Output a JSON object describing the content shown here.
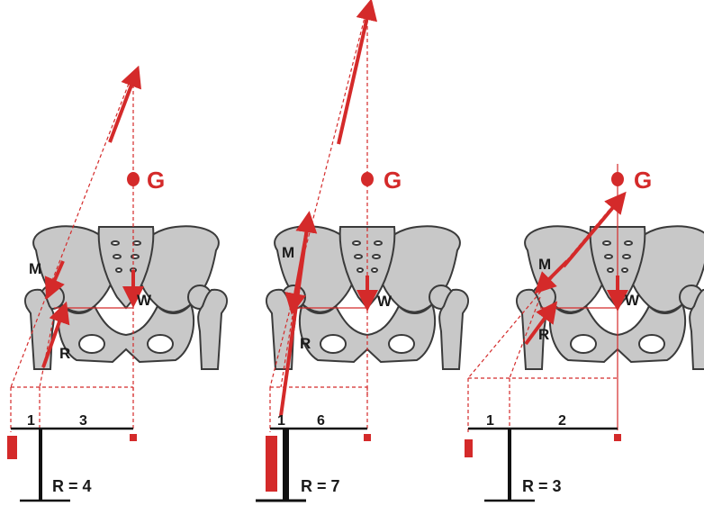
{
  "colors": {
    "force": "#d42a2a",
    "bone": "#c8c8c8",
    "outline": "#3a3a3a",
    "lever": "#111111"
  },
  "labels": {
    "gravity": "G",
    "muscle": "M",
    "weight": "W",
    "reaction": "R"
  },
  "panels": [
    {
      "arm_left": "1",
      "arm_right": "3",
      "result": "R = 4"
    },
    {
      "arm_left": "1",
      "arm_right": "6",
      "result": "R = 7"
    },
    {
      "arm_left": "1",
      "arm_right": "2",
      "result": "R = 3"
    }
  ]
}
